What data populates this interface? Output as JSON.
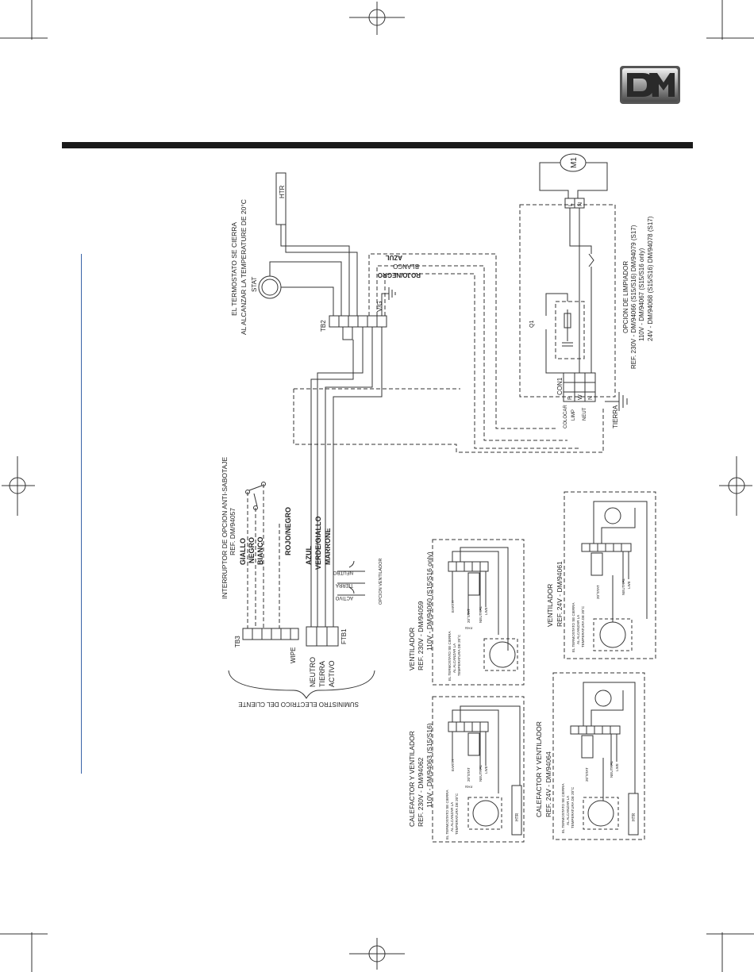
{
  "logo": {
    "text": "DM"
  },
  "labels": {
    "htr": "HTR",
    "stat": "STAT",
    "stat_note_1": "EL TERMOSTATO SE CIERRA",
    "stat_note_2": "AL ALCANZAR LA TEMPERATURE DE 20°C",
    "tb2": "TB2",
    "vg": "V/G",
    "wire_azul_top": "AZUL",
    "wire_blanco_top": "BLANCO",
    "wire_rojonegro_top": "ROJO/NEGRO",
    "m1": "M1",
    "l": "L",
    "n": "N",
    "con1": "CON1",
    "p": "P",
    "w": "W",
    "n2": "N",
    "colocar": "COLOCAR",
    "limp": "LIMP",
    "neut": "NEUT",
    "tierra_r": "TIERRA",
    "opcion_title": "OPCION DE LIMPIADOR",
    "opcion_ref1": "REF. 230V - DM/94066 (S15/S16) DM/94079 (S17)",
    "opcion_ref2": "110V - DM/94067 (S15/S16 only)",
    "opcion_ref3": "24V - DM/94068 (S15/S16) DM/94078 (S17)",
    "q1": "Q1",
    "interruptor_1": "INTERRUPTOR DE OPCION ANTI-SABOTAJE",
    "interruptor_2": "REF. DM/94057",
    "giallo": "GIALLO",
    "negro": "NEGRO",
    "bianco": "BIANCO",
    "rojo_negro": "ROJO/NEGRO",
    "azul": "AZUL",
    "verde_giallo": "VERDE/GIALLO",
    "marrone": "MARRONE",
    "neutro_s": "NEUTRO",
    "tierra_s": "TIERRA",
    "activo_s": "ACTIVO",
    "opcion_ventilador": "OPCION VENTILADOR",
    "tb3": "TB3",
    "ftb1": "FTB1",
    "wipe": "WIPE",
    "neutro": "NEUTRO",
    "tierra": "TIERRA",
    "activo": "ACTIVO",
    "suministro": "SUMINISTRO ELECTRICO DEL CLIENTE",
    "vent1_title": "VENTILADOR",
    "vent1_ref1": "REF. 230V - DM/94059",
    "vent1_ref2": "110V - DM/94060 (S15/S16 only)",
    "vent2_title": "VENTILADOR",
    "vent2_ref": "REF. 24V - DM/94061",
    "cal1_title": "CALEFACTOR Y VENTILADOR",
    "cal1_ref1": "REF. 230V - DM/94062",
    "cal1_ref2": "110V - DM/94063 (S15/S16)",
    "cal2_title": "CALEFACTOR Y VENTILADOR",
    "cal2_ref": "REF. 24V - DM/94064",
    "small_note_1": "EL TERMOSTATO SE CIERRA",
    "small_note_2": "AL ALCANZAR LA",
    "small_note_3": "TEMPERATURA DE 20°C",
    "earth": "EARTH",
    "stat20": "20°STAT",
    "neutral": "NEUTRAL",
    "live": "LIVE",
    "fan": "FAN",
    "htr_small": "HTR"
  }
}
